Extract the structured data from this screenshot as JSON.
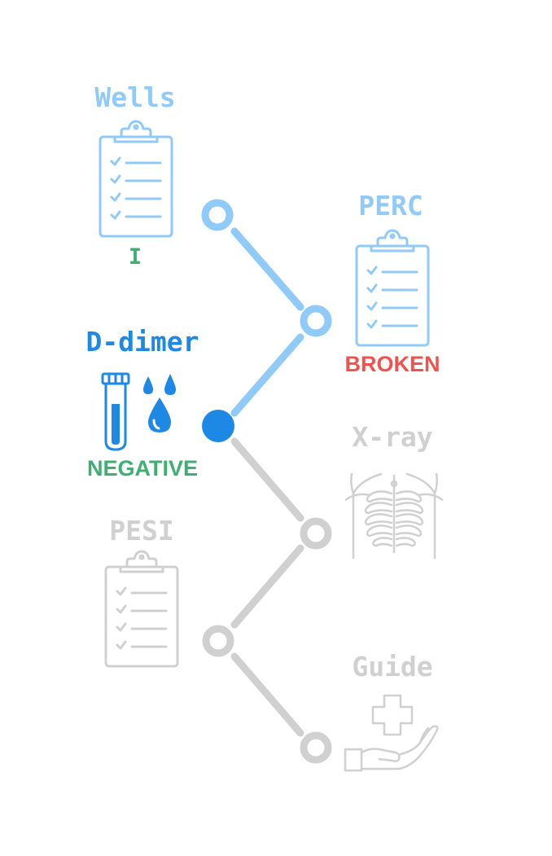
{
  "colors": {
    "done": "#90caf9",
    "current": "#1e88e5",
    "pending": "#d0d0d0",
    "good": "#3fae72",
    "bad": "#ef5350"
  },
  "steps": [
    {
      "id": "wells",
      "title": "Wells",
      "status": "I",
      "status_color": "good",
      "state": "done",
      "icon": "clipboard-icon"
    },
    {
      "id": "perc",
      "title": "PERC",
      "status": "BROKEN",
      "status_color": "bad",
      "state": "done",
      "icon": "clipboard-icon"
    },
    {
      "id": "ddimer",
      "title": "D-dimer",
      "status": "NEGATIVE",
      "status_color": "good",
      "state": "current",
      "icon": "test-tube-icon"
    },
    {
      "id": "xray",
      "title": "X-ray",
      "status": "",
      "status_color": "",
      "state": "pending",
      "icon": "chest-xray-icon"
    },
    {
      "id": "pesi",
      "title": "PESI",
      "status": "",
      "status_color": "",
      "state": "pending",
      "icon": "clipboard-icon"
    },
    {
      "id": "guide",
      "title": "Guide",
      "status": "",
      "status_color": "",
      "state": "pending",
      "icon": "hand-medical-cross-icon"
    }
  ]
}
